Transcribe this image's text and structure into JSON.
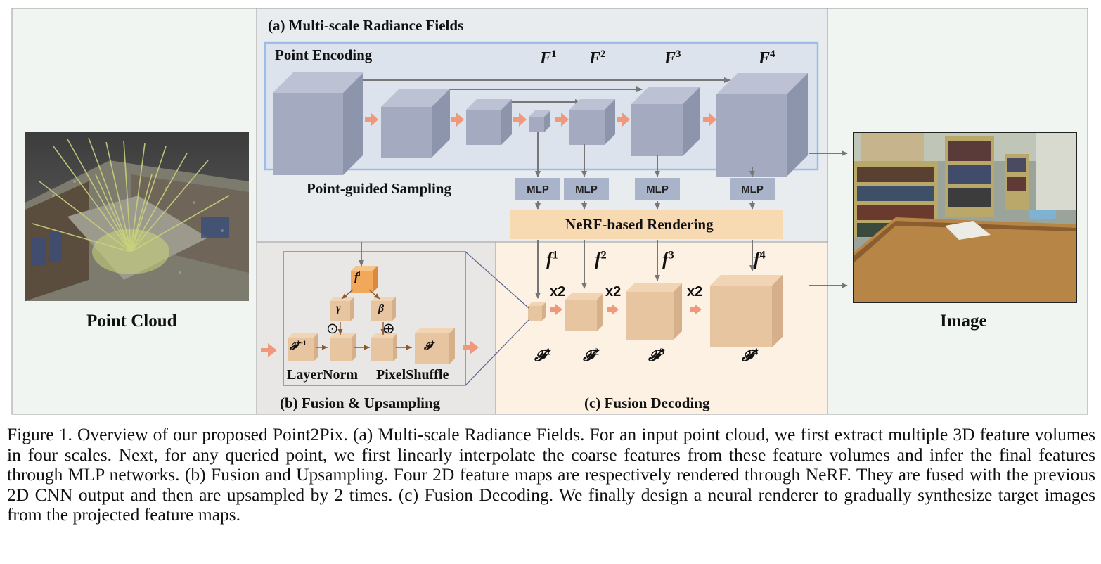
{
  "panels": {
    "a_title": "(a) Multi-scale Radiance Fields",
    "b_title": "(b) Fusion & Upsampling",
    "c_title": "(c) Fusion Decoding"
  },
  "point_encoding_label": "Point Encoding",
  "point_guided_label": "Point-guided Sampling",
  "nerf_rendering_label": "NeRF-based Rendering",
  "mlp_label": "MLP",
  "input_label": "Point Cloud",
  "output_label": "Image",
  "x2_label": "x2",
  "feature_volumes": [
    "F",
    "F",
    "F",
    "F"
  ],
  "feature_superscripts": [
    "1",
    "2",
    "3",
    "4"
  ],
  "rendered_maps": [
    "f",
    "f",
    "f",
    "f"
  ],
  "fused_maps": [
    "𝓕",
    "𝓕",
    "𝓕",
    "𝓕"
  ],
  "fusion_block": {
    "f_l": "f",
    "f_l_sup": "l",
    "gamma": "γ",
    "beta": "β",
    "odot": "⊙",
    "oplus": "⊕",
    "F_prev": "𝓕",
    "F_prev_sup": "l−1",
    "F_l": "𝓕",
    "F_l_sup": "l",
    "layernorm": "LayerNorm",
    "pixelshuffle": "PixelShuffle"
  },
  "caption": "Figure 1. Overview of our proposed Point2Pix. (a) Multi-scale Radiance Fields. For an input point cloud, we first extract multiple 3D feature volumes in four scales. Next, for any queried point, we first linearly interpolate the coarse features from these feature volumes and infer the final features through MLP networks. (b) Fusion and Upsampling. Four 2D feature maps are respectively rendered through NeRF. They are fused with the previous 2D CNN output and then are upsampled by 2 times. (c) Fusion Decoding. We finally design a neural renderer to gradually synthesize target images from the projected feature maps.",
  "colors": {
    "panel_a_bg": "#e8ecef",
    "panel_b_bg": "#e9e6e6",
    "panel_c_bg": "#fcf1e2",
    "side_bg": "#f1f5f1",
    "cube_blue_front": "#a4abc1",
    "cube_orange_front": "#e7c5a1",
    "nerf_bar": "#f7d9b2",
    "arrow_salmon": "#f0987b",
    "encoding_border": "#9dbde6"
  }
}
